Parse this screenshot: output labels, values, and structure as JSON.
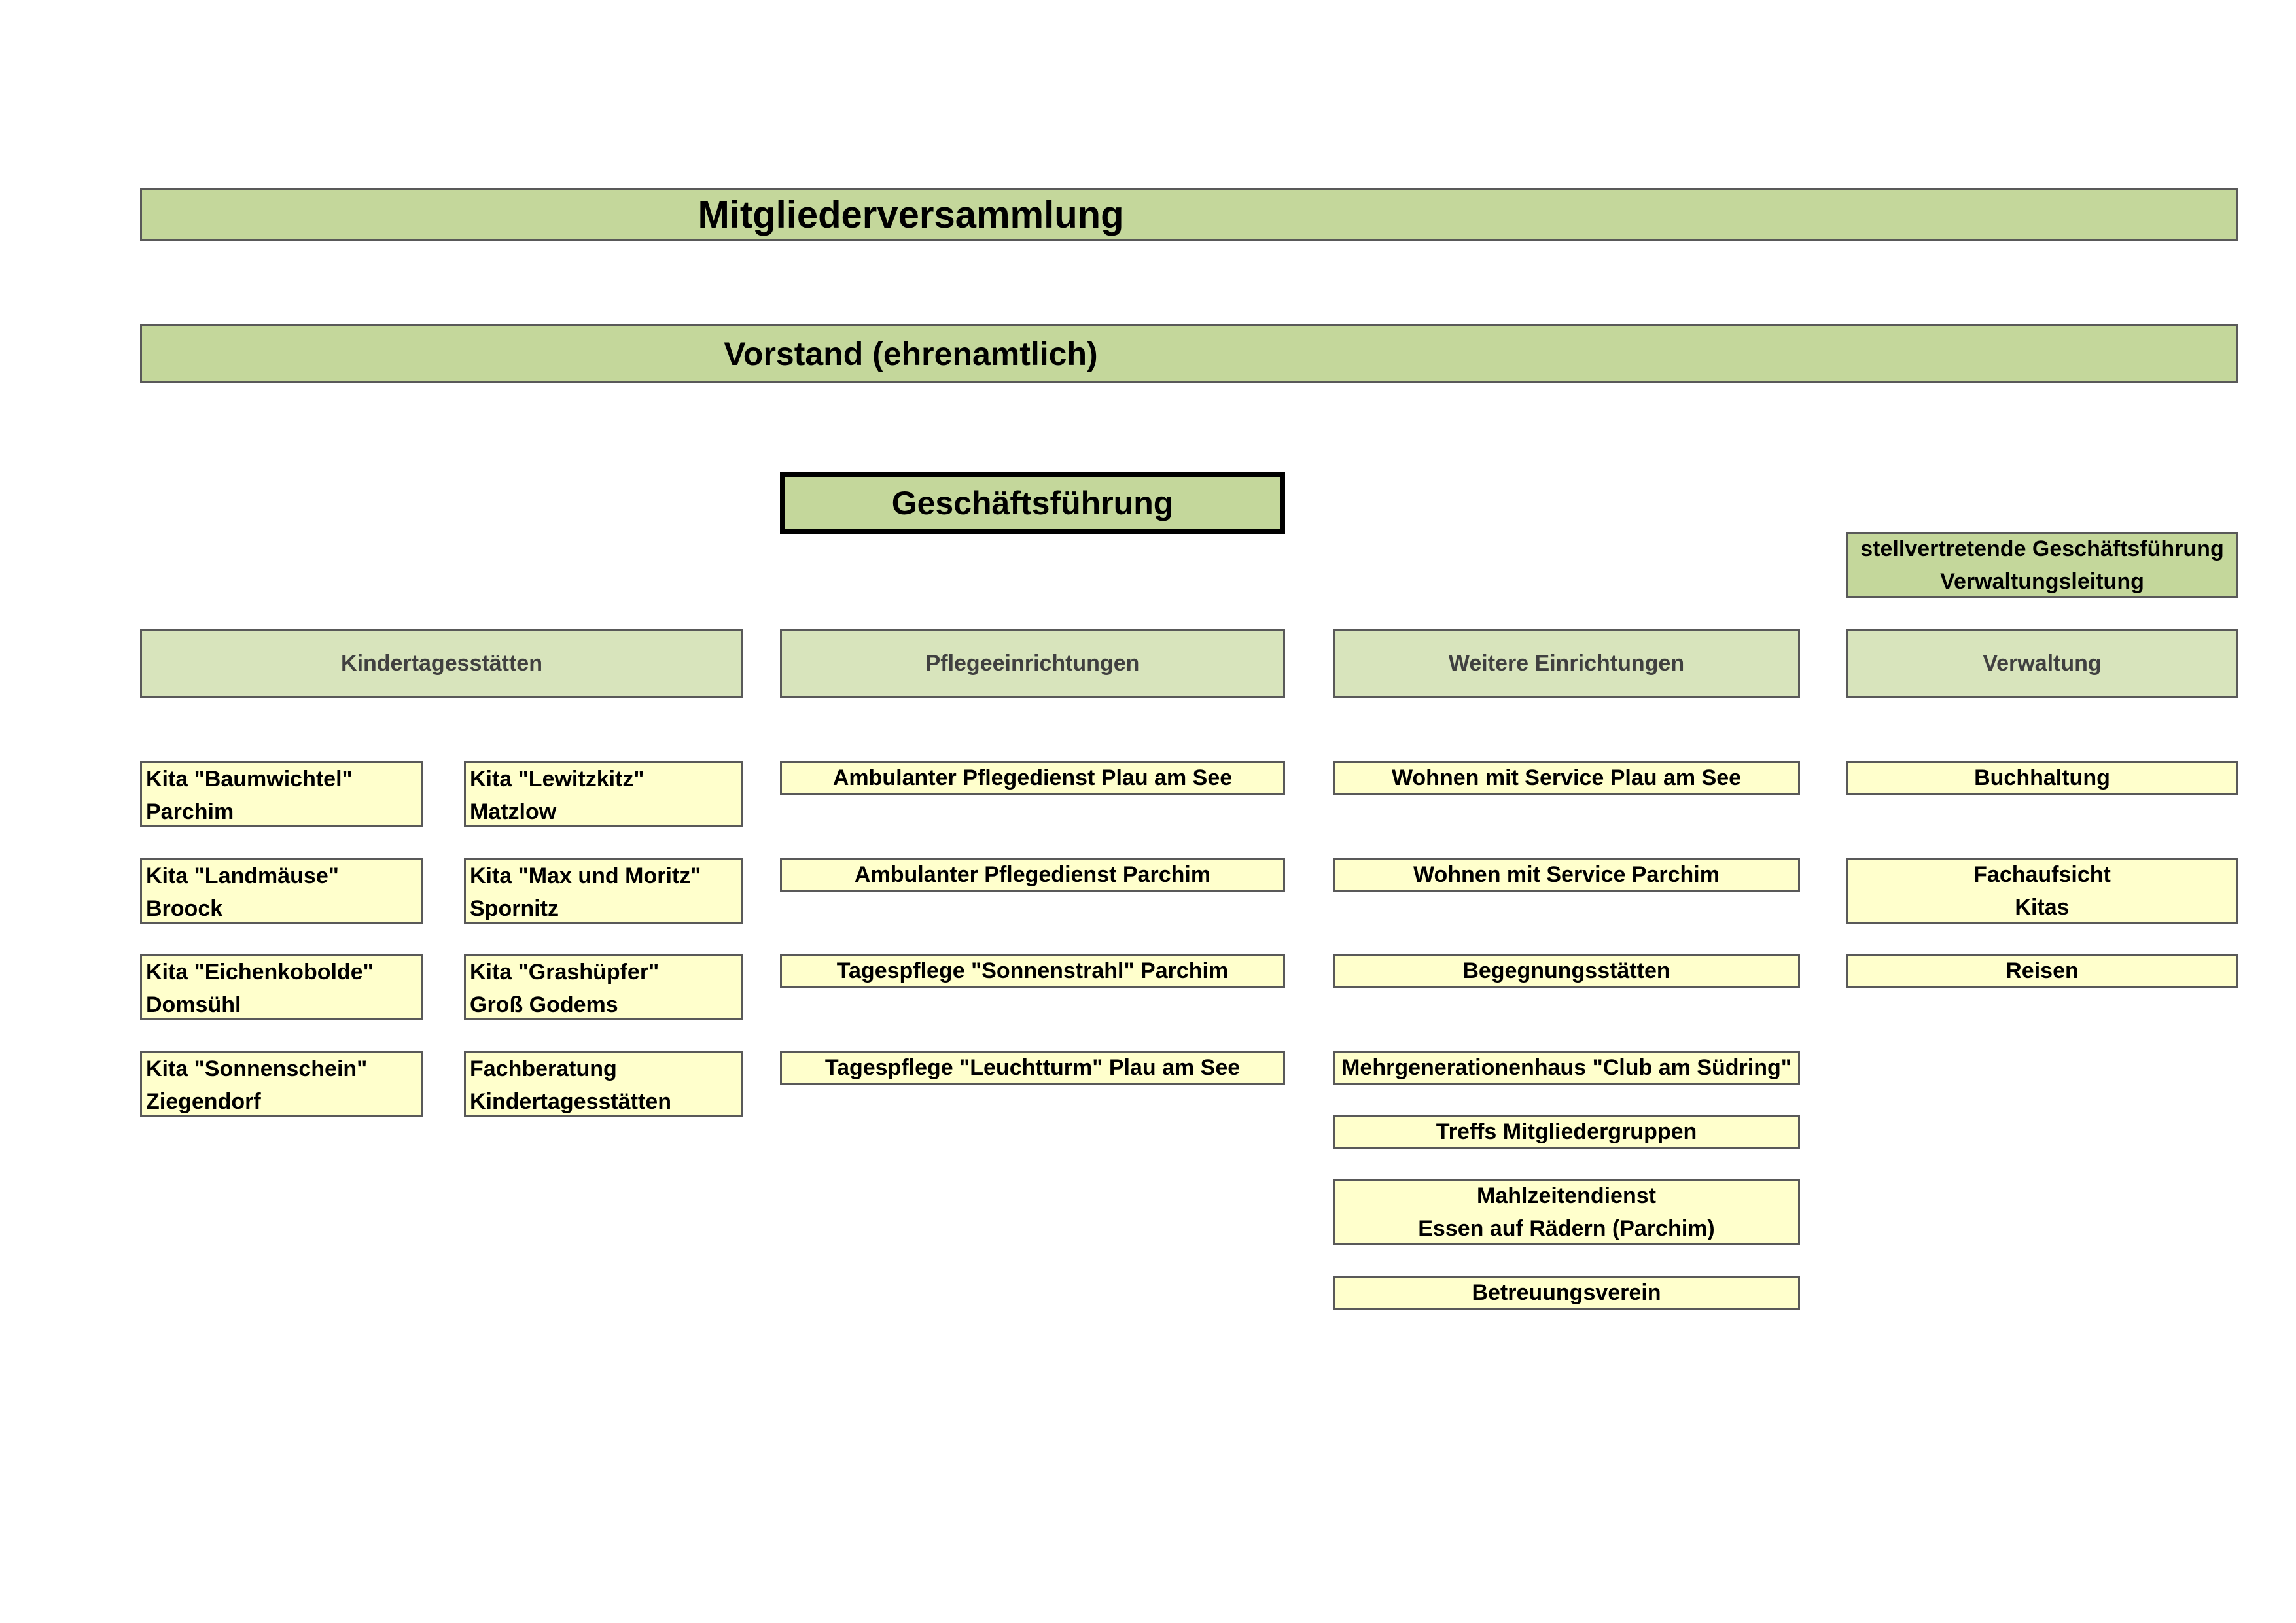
{
  "top": {
    "mitgliederversammlung": "Mitgliederversammlung",
    "vorstand": "Vorstand (ehrenamtlich)",
    "geschaeftsfuehrung": "Geschäftsführung",
    "stellvertretung": [
      "stellvertretende Geschäftsführung",
      "Verwaltungsleitung"
    ]
  },
  "departments": {
    "kita": "Kindertagesstätten",
    "pflege": "Pflegeeinrichtungen",
    "weitere": "Weitere Einrichtungen",
    "verwaltung": "Verwaltung"
  },
  "kita_left": [
    [
      "Kita \"Baumwichtel\"",
      "Parchim"
    ],
    [
      "Kita \"Landmäuse\"",
      "Broock"
    ],
    [
      "Kita \"Eichenkobolde\"",
      "Domsühl"
    ],
    [
      "Kita \"Sonnenschein\"",
      "Ziegendorf"
    ]
  ],
  "kita_right": [
    [
      "Kita \"Lewitzkitz\"",
      "Matzlow"
    ],
    [
      "Kita \"Max und Moritz\"",
      "Spornitz"
    ],
    [
      "Kita \"Grashüpfer\"",
      "Groß Godems"
    ],
    [
      "Fachberatung",
      "Kindertagesstätten"
    ]
  ],
  "pflege": [
    "Ambulanter Pflegedienst Plau am See",
    "Ambulanter Pflegedienst Parchim",
    "Tagespflege \"Sonnenstrahl\" Parchim",
    "Tagespflege \"Leuchtturm\" Plau am See"
  ],
  "weitere": [
    "Wohnen mit Service Plau am See",
    "Wohnen mit Service Parchim",
    "Begegnungsstätten",
    "Mehrgenerationenhaus \"Club am Südring\"",
    "Treffs Mitgliedergruppen",
    [
      "Mahlzeitendienst",
      "Essen auf Rädern (Parchim)"
    ],
    "Betreuungsverein"
  ],
  "verwaltung": [
    "Buchhaltung",
    [
      "Fachaufsicht",
      "Kitas"
    ],
    "Reisen"
  ]
}
